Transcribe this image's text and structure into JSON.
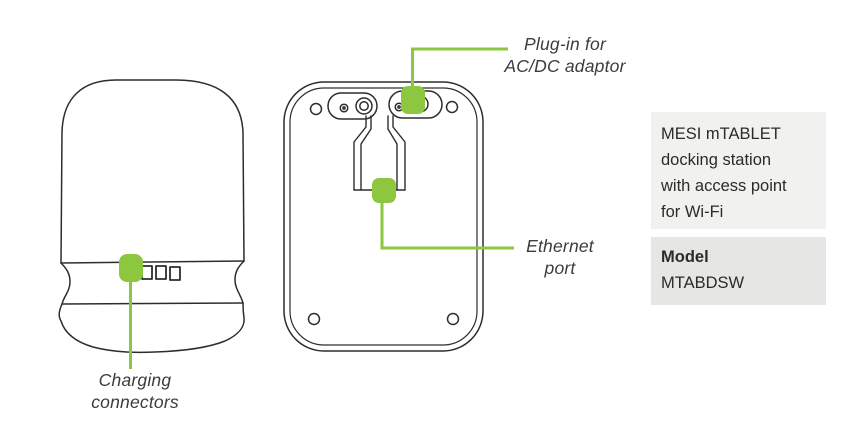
{
  "page": {
    "title": "MESI mTABLET docking station diagram"
  },
  "labels": {
    "plugin": {
      "line1": "Plug-in for",
      "line2": "AC/DC adaptor"
    },
    "ethernet": {
      "line1": "Ethernet",
      "line2": "port"
    },
    "charging": {
      "line1": "Charging",
      "line2": "connectors"
    }
  },
  "panel": {
    "description_lines": [
      "MESI mTABLET",
      "docking station",
      "with access point",
      "for Wi-Fi"
    ],
    "model_label": "Model",
    "model_value": "MTABDSW"
  },
  "diagram": {
    "views": [
      "front view of docking station",
      "rear view of docking station"
    ],
    "charging_pin_count": 3
  },
  "colors": {
    "accent_green": "#8dc63f",
    "line_dark": "#2d2d2d",
    "panel_bg_light": "#f1f1ef",
    "panel_bg_dark": "#e6e6e4",
    "label_text": "#3c3c3c"
  }
}
